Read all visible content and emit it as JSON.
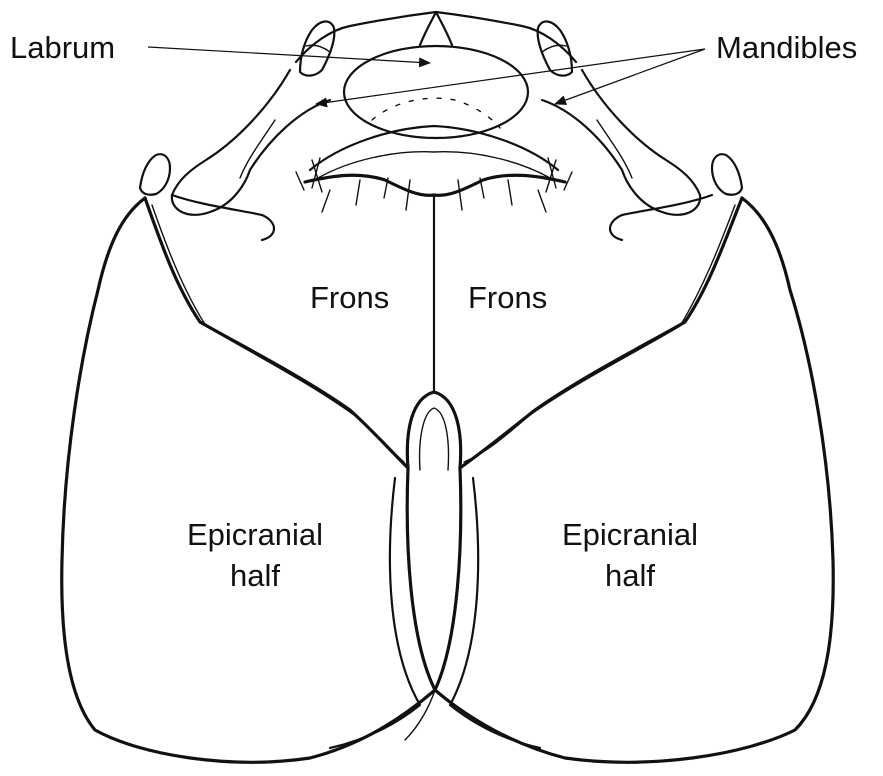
{
  "labels": {
    "labrum": "Labrum",
    "mandibles": "Mandibles",
    "frons_left": "Frons",
    "frons_right": "Frons",
    "epicranial_left_line1": "Epicranial",
    "epicranial_left_line2": "half",
    "epicranial_right_line1": "Epicranial",
    "epicranial_right_line2": "half"
  },
  "colors": {
    "line": "#111111",
    "background": "#ffffff"
  }
}
